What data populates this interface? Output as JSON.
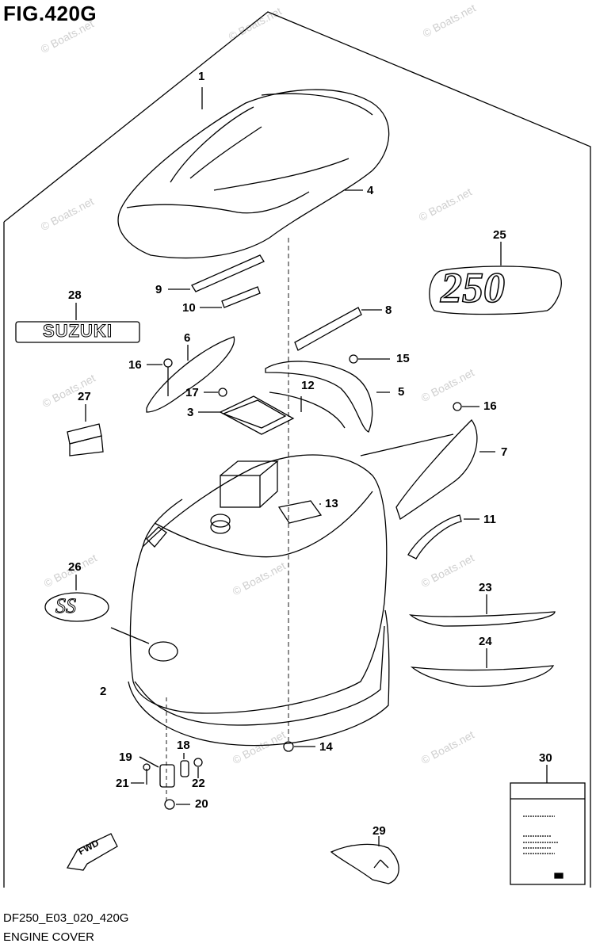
{
  "title": "FIG.420G",
  "watermark_text": "© Boats.net",
  "part_callouts": [
    "1",
    "2",
    "3",
    "4",
    "5",
    "6",
    "7",
    "8",
    "9",
    "10",
    "11",
    "12",
    "13",
    "14",
    "15",
    "16",
    "16",
    "17",
    "18",
    "19",
    "20",
    "21",
    "22",
    "23",
    "24",
    "25",
    "26",
    "27",
    "28",
    "29",
    "30"
  ],
  "decals": {
    "brand": "SUZUKI",
    "power": "250",
    "ss": "SS",
    "fwd": "FWD"
  },
  "footer": {
    "code": "DF250_E03_020_420G",
    "caption": "ENGINE COVER"
  }
}
